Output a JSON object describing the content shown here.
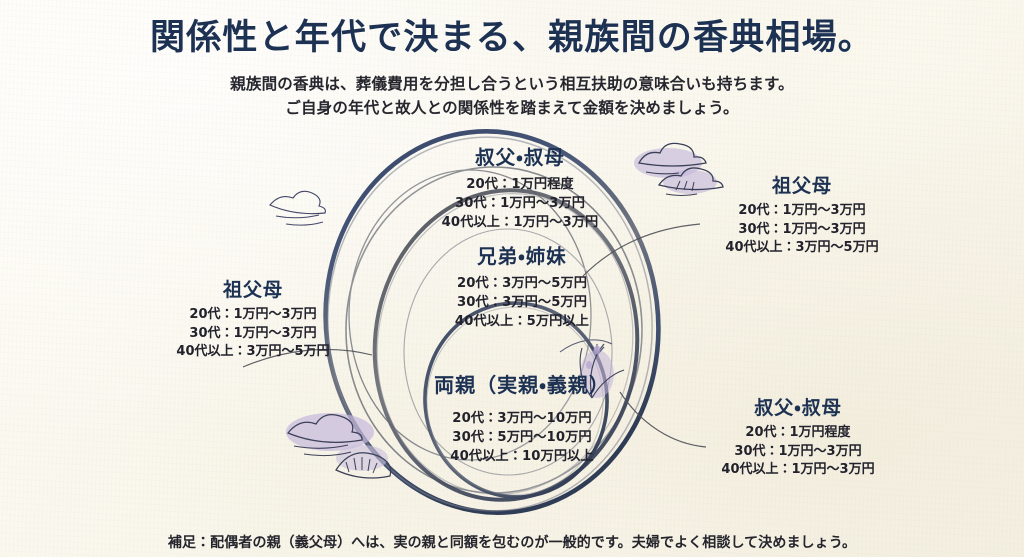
{
  "header": {
    "title": "関係性と年代で決まる、親族間の香典相場。",
    "lede_line_1": "親族間の香典は、葬儀費用を分担し合うという相互扶助の意味合いも持ちます。",
    "lede_line_2": "ご自身の年代と故人との関係性を踏まえて金額を決めましょう。"
  },
  "rings": [
    {
      "id": "uncle",
      "title": "叔父・叔母",
      "rows": [
        "20代：1万円程度",
        "30代：1万円〜3万円",
        "40代以上：1万円〜3万円"
      ]
    },
    {
      "id": "sibling",
      "title": "兄弟・姉妹",
      "rows": [
        "20代：3万円〜5万円",
        "30代：3万円〜5万円",
        "40代以上：5万円以上"
      ]
    },
    {
      "id": "parents",
      "title": "両親（実親・義親）",
      "rows": [
        "20代：3万円〜10万円",
        "30代：5万円〜10万円",
        "40代以上：10万円以上"
      ]
    }
  ],
  "callouts": [
    {
      "id": "grandparents-right",
      "title": "祖父母",
      "rows": [
        "20代：1万円〜3万円",
        "30代：1万円〜3万円",
        "40代以上：3万円〜5万円"
      ]
    },
    {
      "id": "grandparents-left",
      "title": "祖父母",
      "rows": [
        "20代：1万円〜3万円",
        "30代：1万円〜3万円",
        "40代以上：3万円〜5万円"
      ]
    },
    {
      "id": "uncle-right",
      "title": "叔父・叔母",
      "rows": [
        "20代：1万円程度",
        "30代：1万円〜3万円",
        "40代以上：1万円〜3万円"
      ]
    }
  ],
  "footnote": "補足：配偶者の親（義父母）へは、実の親と同額を包むのが一般的です。夫婦でよく相談して決めましょう。",
  "colors": {
    "background": "#fbf9f0",
    "heading_navy": "#1d3253",
    "body_ink": "#22222c",
    "brush_navy": "#3c4a6b",
    "brush_gray": "#5a5c60",
    "cloud_lavender": "#c9bedd"
  }
}
